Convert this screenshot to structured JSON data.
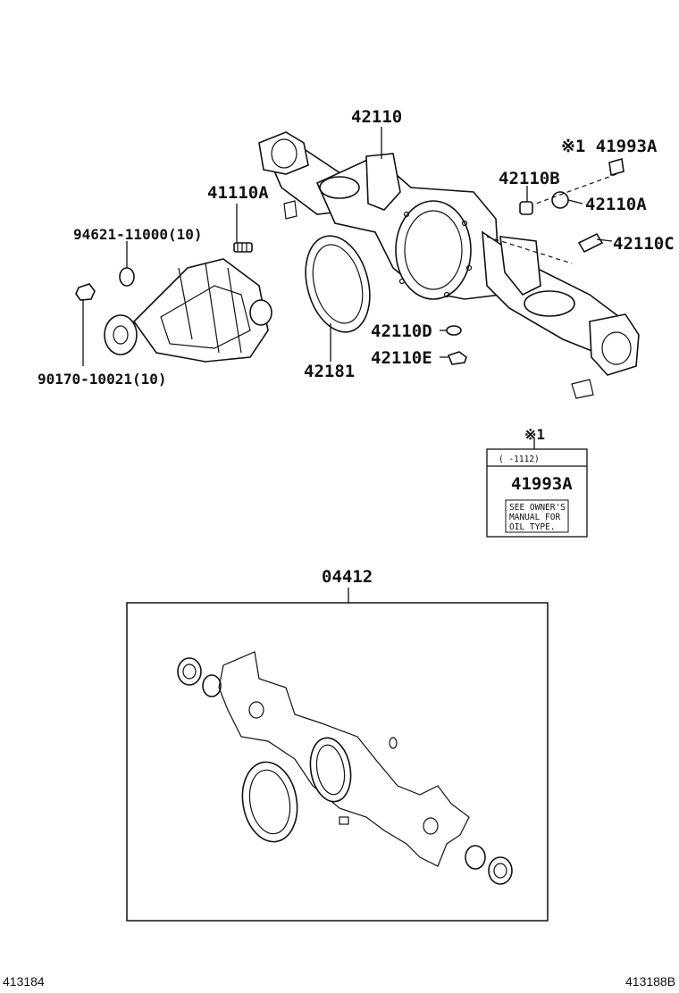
{
  "diagram": {
    "labels": {
      "p42110": "42110",
      "p41110A": "41110A",
      "p94621": "94621-11000(10)",
      "p90170": "90170-10021(10)",
      "p42181": "42181",
      "p42110D": "42110D",
      "p42110E": "42110E",
      "p42110B": "42110B",
      "p42110A": "42110A",
      "p42110C": "42110C",
      "p41993A": "※1 41993A",
      "p04412": "04412"
    },
    "note_box": {
      "ref": "※1",
      "range": "(    -1112)",
      "part": "41993A",
      "text_lines": [
        "SEE OWNER'S",
        "MANUAL FOR",
        "OIL TYPE."
      ]
    },
    "footer": {
      "left_code": "413184",
      "right_code": "413188B"
    }
  }
}
